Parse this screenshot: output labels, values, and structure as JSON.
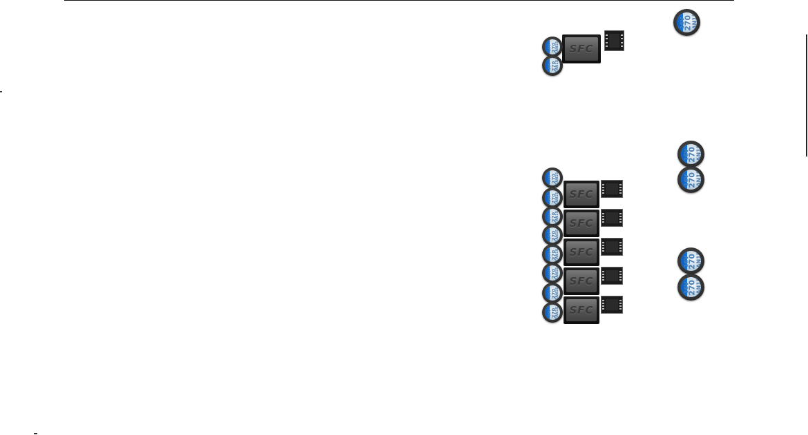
{
  "decor": {
    "component_label": "SFC",
    "capacitor_marking": {
      "line1": "16V",
      "line2": "270",
      "line3": "EAN15"
    }
  },
  "colors": {
    "capacitor_stripe": "#1877d8",
    "background": "#ffffff"
  },
  "icons": [
    "capacitor-icon",
    "inductor-icon",
    "mosfet-icon"
  ]
}
